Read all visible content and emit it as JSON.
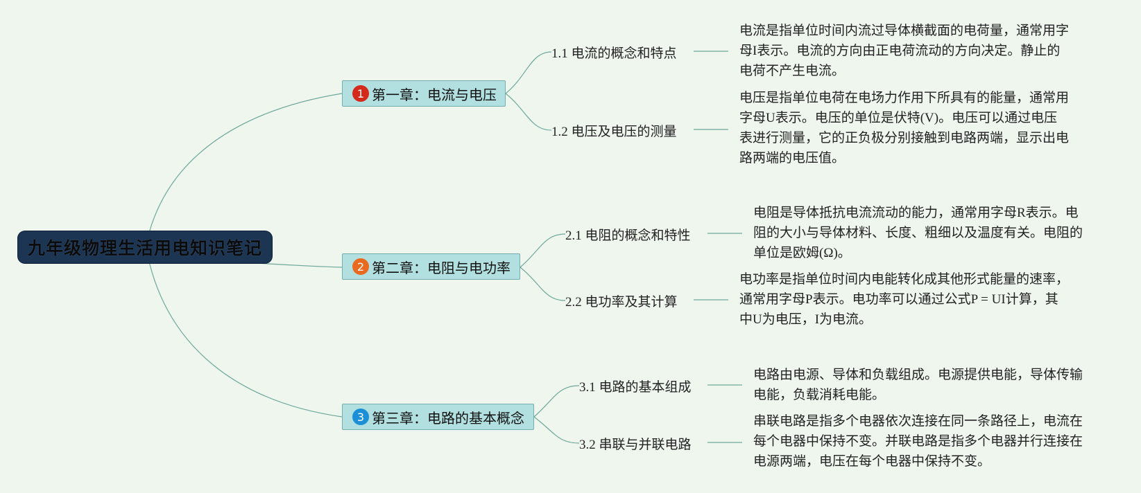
{
  "root": {
    "title": "九年级物理生活用电知识笔记"
  },
  "chapters": [
    {
      "number": "1",
      "badge_color": "#d42a1c",
      "title": "第一章：电流与电压",
      "sections": [
        {
          "title": "1.1 电流的概念和特点",
          "lines": [
            "电流是指单位时间内流过导体横截面的电荷量，通常用字",
            "母I表示。电流的方向由正电荷流动的方向决定。静止的",
            "电荷不产生电流。"
          ]
        },
        {
          "title": "1.2 电压及电压的测量",
          "lines": [
            "电压是指单位电荷在电场力作用下所具有的能量，通常用",
            "字母U表示。电压的单位是伏特(V)。电压可以通过电压",
            "表进行测量，它的正负极分别接触到电路两端，显示出电",
            "路两端的电压值。"
          ]
        }
      ]
    },
    {
      "number": "2",
      "badge_color": "#e8691f",
      "title": "第二章：电阻与电功率",
      "sections": [
        {
          "title": "2.1 电阻的概念和特性",
          "lines": [
            "电阻是导体抵抗电流流动的能力，通常用字母R表示。电",
            "阻的大小与导体材料、长度、粗细以及温度有关。电阻的",
            "单位是欧姆(Ω)。"
          ]
        },
        {
          "title": "2.2 电功率及其计算",
          "lines": [
            "电功率是指单位时间内电能转化成其他形式能量的速率，",
            "通常用字母P表示。电功率可以通过公式P = UI计算，其",
            "中U为电压，I为电流。"
          ]
        }
      ]
    },
    {
      "number": "3",
      "badge_color": "#1c8fd6",
      "title": "第三章：电路的基本概念",
      "sections": [
        {
          "title": "3.1 电路的基本组成",
          "lines": [
            "电路由电源、导体和负载组成。电源提供电能，导体传输",
            "电能，负载消耗电能。"
          ]
        },
        {
          "title": "3.2 串联与并联电路",
          "lines": [
            "串联电路是指多个电器依次连接在同一条路径上，电流在",
            "每个电器中保持不变。并联电路是指多个电器并行连接在",
            "电源两端，电压在每个电器中保持不变。"
          ]
        }
      ]
    }
  ],
  "colors": {
    "line": "#6fa89a",
    "background": "#eef6ee"
  }
}
